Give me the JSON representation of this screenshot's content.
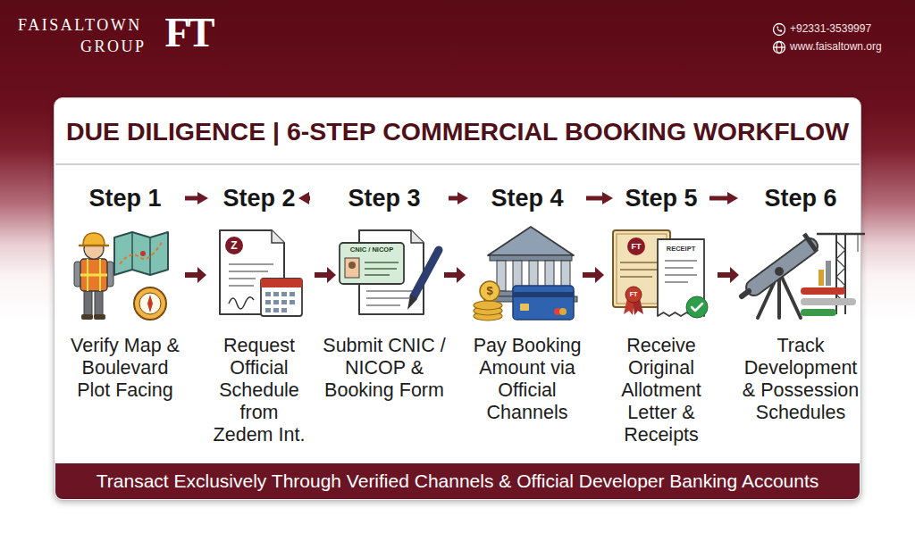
{
  "diagram": {
    "title": "DUE DILIGENCE | 6-STEP COMMERCIAL BOOKING WORKFLOW",
    "nodes": [
      {
        "text": [
          "Step 1",
          "Verify Map & Boulevard Plot Facing"
        ]
      },
      {
        "text": [
          "Step 2",
          "Request Official Schedule from Zedem Int."
        ]
      },
      {
        "text": [
          "Step 3",
          "Submit CNIC / NICOP & Booking Form"
        ]
      },
      {
        "text": [
          "Step 4",
          "Pay Booking Amount via Official Channels"
        ]
      },
      {
        "text": [
          "Step 5",
          "Receive Original Allotment Letter & Receipts"
        ]
      },
      {
        "text": [
          "Step 6",
          "Track Development & Possession Schedules"
        ]
      },
      {
        "text": [
          "Transact Exclusively Through Verified Channels & Official Developer Banking Accounts"
        ]
      }
    ],
    "edges": [
      {
        "from": 0,
        "to": 1,
        "arrow": "to"
      },
      {
        "from": 1,
        "to": 2,
        "arrow": "to"
      },
      {
        "from": 2,
        "to": 3,
        "arrow": "to"
      },
      {
        "from": 3,
        "to": 4,
        "arrow": "to"
      },
      {
        "from": 4,
        "to": 5,
        "arrow": "to"
      }
    ],
    "labels": [
      "FAISALTOWN",
      "GROUP",
      "FT",
      "+92331-3539997",
      "www.faisaltown.org",
      "Z",
      "CNIC / NICOP",
      "$",
      "FT",
      "RECEIPT",
      "FT"
    ]
  }
}
